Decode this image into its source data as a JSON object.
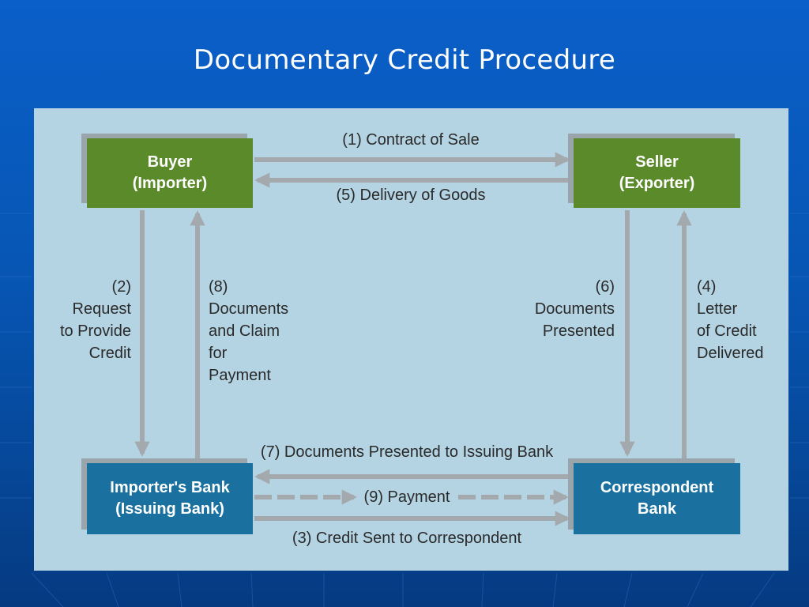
{
  "slide": {
    "title": "Documentary Credit Procedure"
  },
  "nodes": {
    "buyer": {
      "line1": "Buyer",
      "line2": "(Importer)"
    },
    "seller": {
      "line1": "Seller",
      "line2": "(Exporter)"
    },
    "importers_bank": {
      "line1": "Importer's Bank",
      "line2": "(Issuing Bank)"
    },
    "correspondent_bank": {
      "line1": "Correspondent",
      "line2": "Bank"
    }
  },
  "steps": {
    "s1": {
      "lines": [
        "(1) Contract of Sale"
      ]
    },
    "s2": {
      "lines": [
        "(2)",
        "Request",
        "to Provide",
        "Credit"
      ]
    },
    "s3": {
      "lines": [
        "(3) Credit Sent to Correspondent"
      ]
    },
    "s4": {
      "lines": [
        "(4)",
        "Letter",
        "of Credit",
        "Delivered"
      ]
    },
    "s5": {
      "lines": [
        "(5) Delivery of Goods"
      ]
    },
    "s6": {
      "lines": [
        "(6)",
        "Documents",
        "Presented"
      ]
    },
    "s7": {
      "lines": [
        "(7) Documents Presented to Issuing Bank"
      ]
    },
    "s8": {
      "lines": [
        "(8)",
        "Documents",
        "and Claim",
        "for",
        "Payment"
      ]
    },
    "s9": {
      "lines": [
        "(9) Payment"
      ]
    }
  },
  "colors": {
    "background": "#0756b4",
    "panel": "#b4d4e3",
    "party_box": "#5a8a2a",
    "bank_box": "#1a71a0",
    "arrow": "#a3a9ad",
    "text": "#2a2a2a"
  }
}
